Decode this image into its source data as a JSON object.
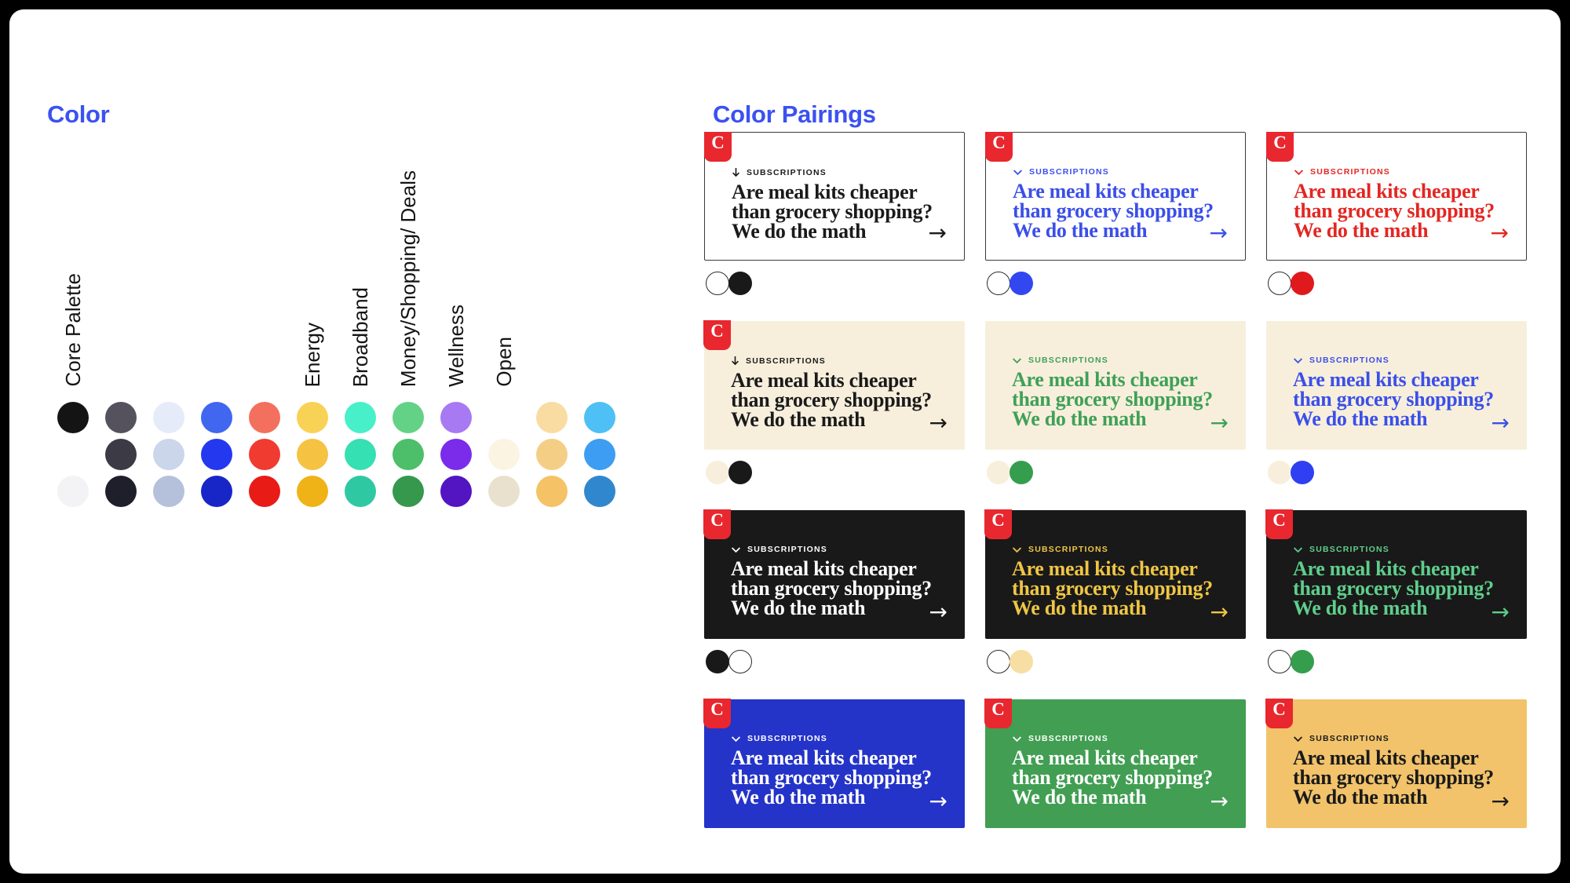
{
  "page": {
    "frame_color": "#000000",
    "canvas_color": "#FFFFFF"
  },
  "color_section": {
    "title": "Color",
    "title_color": "#3B51F1",
    "labels": [
      {
        "text": "Core Palette",
        "column": 0
      },
      {
        "text": "Energy",
        "column": 5
      },
      {
        "text": "Broadband",
        "column": 6
      },
      {
        "text": "Money/Shopping/ Deals",
        "column": 7
      },
      {
        "text": "Wellness",
        "column": 8
      },
      {
        "text": "Open",
        "column": 9
      }
    ],
    "swatch_rows": [
      [
        "#141414",
        "#55525E",
        "#E5EBF8",
        "#4166F0",
        "#F3705E",
        "#F8D255",
        "#47F0C9",
        "#63D287",
        "#A779F2",
        null,
        "#F8DCA2",
        "#4EC0F5"
      ],
      [
        null,
        "#3B3A45",
        "#CBD6EB",
        "#2438F0",
        "#F03B31",
        "#F5C242",
        "#35E0B2",
        "#4DBE69",
        "#7B2BEA",
        "#FCF4E2",
        "#F5CE86",
        "#3D9DF2"
      ],
      [
        "#F3F3F5",
        "#1F1F2B",
        "#B5C1DA",
        "#1826C8",
        "#E81B17",
        "#F0B317",
        "#2EC9A2",
        "#35984D",
        "#5314C2",
        "#E9E1CD",
        "#F5C266",
        "#3187CE"
      ]
    ]
  },
  "pairings_section": {
    "title": "Color Pairings",
    "title_color": "#3B51F1",
    "logo_letter": "C",
    "logo_bg": "#E8272E",
    "card_text": {
      "eyebrow": "SUBSCRIPTIONS",
      "headline_lines": [
        "Are meal kits cheaper",
        "than grocery shopping?",
        "We do the math"
      ],
      "arrow": "→"
    },
    "cards": [
      {
        "bg": "#FFFFFF",
        "text": "#1A1A1A",
        "border": "#3A3A3A",
        "badge": true,
        "eyebrow_icon": "arrow-down",
        "dots": [
          {
            "color": "#FFFFFF",
            "outlined": true
          },
          {
            "color": "#191919",
            "outlined": false
          }
        ]
      },
      {
        "bg": "#FFFFFF",
        "text": "#3B4FE8",
        "border": "#3A3A3A",
        "badge": true,
        "eyebrow_icon": "chevron-down",
        "dots": [
          {
            "color": "#FFFFFF",
            "outlined": true
          },
          {
            "color": "#3347F0",
            "outlined": false
          }
        ]
      },
      {
        "bg": "#FFFFFF",
        "text": "#E32622",
        "border": "#3A3A3A",
        "badge": true,
        "eyebrow_icon": "chevron-down",
        "dots": [
          {
            "color": "#FFFFFF",
            "outlined": true
          },
          {
            "color": "#E0191D",
            "outlined": false
          }
        ]
      },
      {
        "bg": "#F7EFDC",
        "text": "#1A1A1A",
        "border": null,
        "badge": true,
        "eyebrow_icon": "arrow-down",
        "dots": [
          {
            "color": "#F7EFDC",
            "outlined": false
          },
          {
            "color": "#191919",
            "outlined": false
          }
        ]
      },
      {
        "bg": "#F7EFDC",
        "text": "#3FA057",
        "border": null,
        "badge": false,
        "eyebrow_icon": "chevron-down",
        "dots": [
          {
            "color": "#F7EFDC",
            "outlined": false
          },
          {
            "color": "#359E4E",
            "outlined": false
          }
        ]
      },
      {
        "bg": "#F7EFDC",
        "text": "#3B4FE8",
        "border": null,
        "badge": false,
        "eyebrow_icon": "chevron-down",
        "dots": [
          {
            "color": "#F7EFDC",
            "outlined": false
          },
          {
            "color": "#2F3FF2",
            "outlined": false
          }
        ]
      },
      {
        "bg": "#191919",
        "text": "#FFFFFF",
        "border": null,
        "badge": true,
        "eyebrow_icon": "chevron-down",
        "dots": [
          {
            "color": "#191919",
            "outlined": false
          },
          {
            "color": "#FFFFFF",
            "outlined": true
          }
        ]
      },
      {
        "bg": "#191919",
        "text": "#EFC644",
        "border": null,
        "badge": true,
        "eyebrow_icon": "chevron-down",
        "dots": [
          {
            "color": "#FFFFFF",
            "outlined": true
          },
          {
            "color": "#F7DEA2",
            "outlined": false
          }
        ]
      },
      {
        "bg": "#191919",
        "text": "#5FCE8C",
        "border": null,
        "badge": true,
        "eyebrow_icon": "chevron-down",
        "dots": [
          {
            "color": "#FFFFFF",
            "outlined": true
          },
          {
            "color": "#359E4E",
            "outlined": false
          }
        ]
      },
      {
        "bg": "#2433C8",
        "text": "#FFFFFF",
        "border": null,
        "badge": true,
        "eyebrow_icon": "chevron-down",
        "dots": null
      },
      {
        "bg": "#419E52",
        "text": "#FFFFFF",
        "border": null,
        "badge": true,
        "eyebrow_icon": "chevron-down",
        "dots": null
      },
      {
        "bg": "#F2C36B",
        "text": "#1A1A1A",
        "border": null,
        "badge": true,
        "eyebrow_icon": "chevron-down",
        "dots": null
      }
    ]
  }
}
